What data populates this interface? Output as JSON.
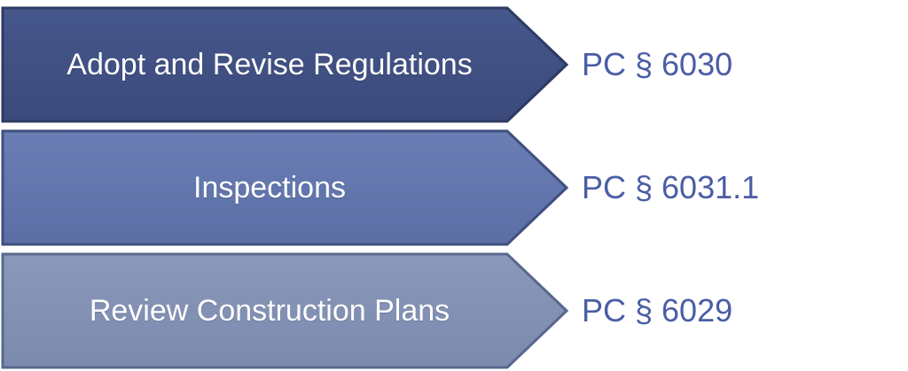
{
  "process": {
    "steps": [
      {
        "label": "Adopt and Revise Regulations",
        "reference": "PC § 6030",
        "fill": "#3b4a7b",
        "fill_highlight": "#46578c",
        "ref_color": "#4a5da6"
      },
      {
        "label": "Inspections",
        "reference": "PC § 6031.1",
        "fill": "#5b6fa6",
        "fill_highlight": "#6a7eb5",
        "ref_color": "#4a5da6"
      },
      {
        "label": "Review Construction Plans",
        "reference": "PC § 6029",
        "fill": "#7b8aad",
        "fill_highlight": "#8a98ba",
        "ref_color": "#4a5da6"
      }
    ]
  }
}
